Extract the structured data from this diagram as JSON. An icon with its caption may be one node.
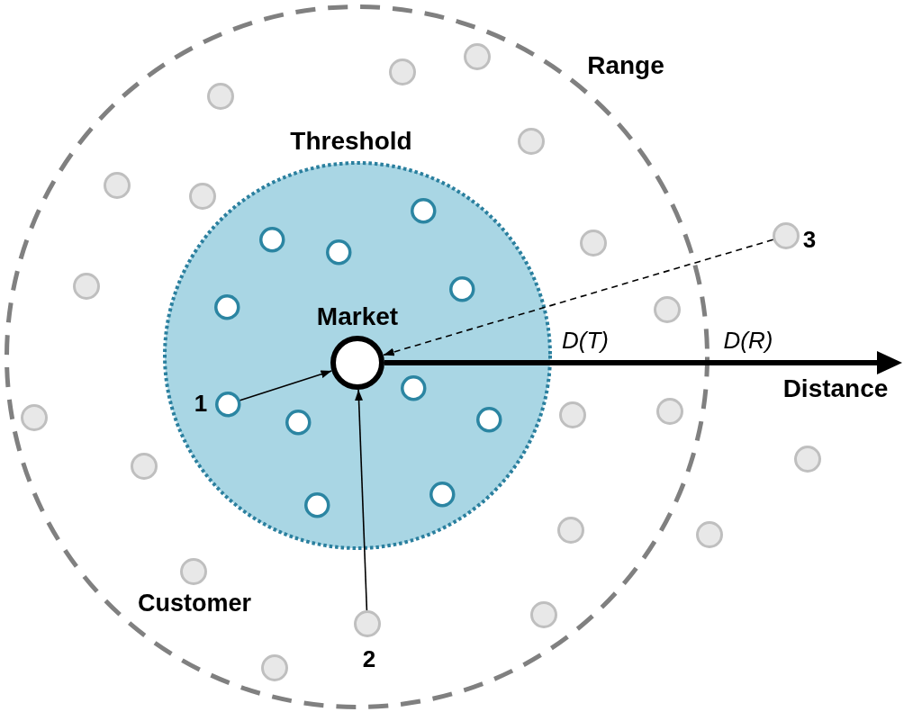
{
  "diagram": {
    "nodes": [
      {
        "text": [
          "Range"
        ]
      },
      {
        "text": [
          "Threshold"
        ],
        "in": 0
      },
      {
        "text": [
          "Market"
        ],
        "in": 1
      },
      {
        "text": [],
        "shape": "circle",
        "in": 0
      },
      {
        "text": [],
        "shape": "circle",
        "in": 0
      },
      {
        "text": [],
        "shape": "circle",
        "in": 0
      },
      {
        "text": [],
        "shape": "circle",
        "in": 0
      },
      {
        "text": [],
        "shape": "circle",
        "in": 0
      },
      {
        "text": [],
        "shape": "circle",
        "in": 1
      },
      {
        "text": [],
        "shape": "circle",
        "in": 0
      },
      {
        "text": [],
        "shape": "circle",
        "in": 0
      },
      {
        "text": [],
        "shape": "circle",
        "in": 1
      },
      {
        "text": [],
        "shape": "circle",
        "in": 1
      },
      {
        "text": [],
        "shape": "circle",
        "in": 1
      },
      {
        "text": [],
        "shape": "circle",
        "in": 1
      },
      {
        "text": [],
        "shape": "circle",
        "in": 0
      },
      {
        "text": [],
        "shape": "circle",
        "in": 0
      },
      {
        "text": [],
        "shape": "circle",
        "beside": [
          "3"
        ]
      },
      {
        "text": [],
        "shape": "circle",
        "in": 0
      },
      {
        "text": [],
        "shape": "circle",
        "in": 0
      },
      {
        "text": [],
        "shape": "circle",
        "in": 1,
        "beside": [
          "1"
        ]
      },
      {
        "text": [],
        "shape": "circle",
        "in": 1
      },
      {
        "text": [],
        "shape": "circle",
        "in": 1
      },
      {
        "text": [],
        "shape": "circle",
        "in": 1
      },
      {
        "text": [],
        "shape": "circle",
        "in": 0
      },
      {
        "text": [],
        "shape": "circle",
        "in": 0
      },
      {
        "text": [],
        "shape": "circle"
      },
      {
        "text": [],
        "shape": "circle",
        "in": 1
      },
      {
        "text": [],
        "shape": "circle",
        "in": 1
      },
      {
        "text": [],
        "shape": "circle",
        "in": 0
      },
      {
        "text": [],
        "shape": "circle"
      },
      {
        "text": [],
        "shape": "circle",
        "in": 0,
        "beside": [
          "Customer"
        ]
      },
      {
        "text": [],
        "shape": "circle",
        "in": 0
      },
      {
        "text": [],
        "shape": "circle",
        "in": 0,
        "beside": [
          "2"
        ]
      },
      {
        "text": [],
        "shape": "circle",
        "in": 0
      }
    ],
    "edges": [
      {
        "from": 20,
        "to": 2,
        "arrow": "to"
      },
      {
        "from": 33,
        "to": 2,
        "arrow": "to"
      },
      {
        "from": 17,
        "to": 2,
        "arrow": "to",
        "style": "dashed"
      }
    ],
    "labels": [
      "D(T)",
      "D(R)",
      "Distance"
    ]
  }
}
